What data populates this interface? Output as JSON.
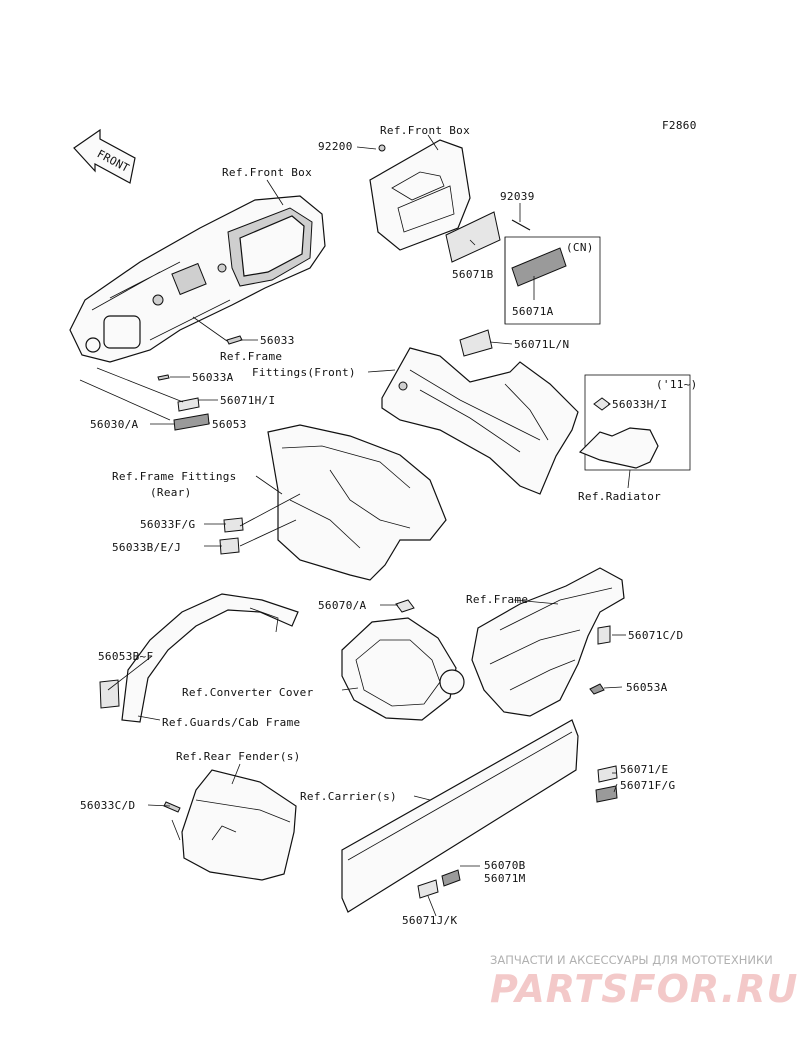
{
  "figure_code": "F2860",
  "front_arrow": "FRONT",
  "labels": {
    "ref_front_box_top": "Ref.Front Box",
    "ref_front_box_left": "Ref.Front Box",
    "p92200": "92200",
    "p92039": "92039",
    "p56071B": "56071B",
    "cn": "(CN)",
    "p56071A": "56071A",
    "p56033": "56033",
    "ref_frame_fittings_front_1": "Ref.Frame",
    "ref_frame_fittings_front_2": "Fittings(Front)",
    "p56071LN": "56071L/N",
    "p56033A": "56033A",
    "p56071HI": "56071H/I",
    "p56030A": "56030/A",
    "p56053": "56053",
    "year11": "('11~)",
    "p56033HI": "56033H/I",
    "ref_radiator": "Ref.Radiator",
    "ref_frame_fittings_rear_1": "Ref.Frame Fittings",
    "ref_frame_fittings_rear_2": "(Rear)",
    "p56033FG": "56033F/G",
    "p56033BEJ": "56033B/E/J",
    "p56070A": "56070/A",
    "ref_frame": "Ref.Frame",
    "p56071CD": "56071C/D",
    "p56053BF": "56053B~F",
    "ref_converter_cover": "Ref.Converter Cover",
    "p56053A": "56053A",
    "ref_guards_cab_frame": "Ref.Guards/Cab Frame",
    "ref_rear_fender": "Ref.Rear Fender(s)",
    "p56071E": "56071/E",
    "p56071FG": "56071F/G",
    "ref_carrier": "Ref.Carrier(s)",
    "p56033CD": "56033C/D",
    "p56070B": "56070B",
    "p56071M": "56071M",
    "p56071JK": "56071J/K"
  },
  "watermark": {
    "tagline": "ЗАПЧАСТИ И АКСЕССУАРЫ ДЛЯ МОТОТЕХНИКИ",
    "brand": "PARTSFOR.RU"
  }
}
